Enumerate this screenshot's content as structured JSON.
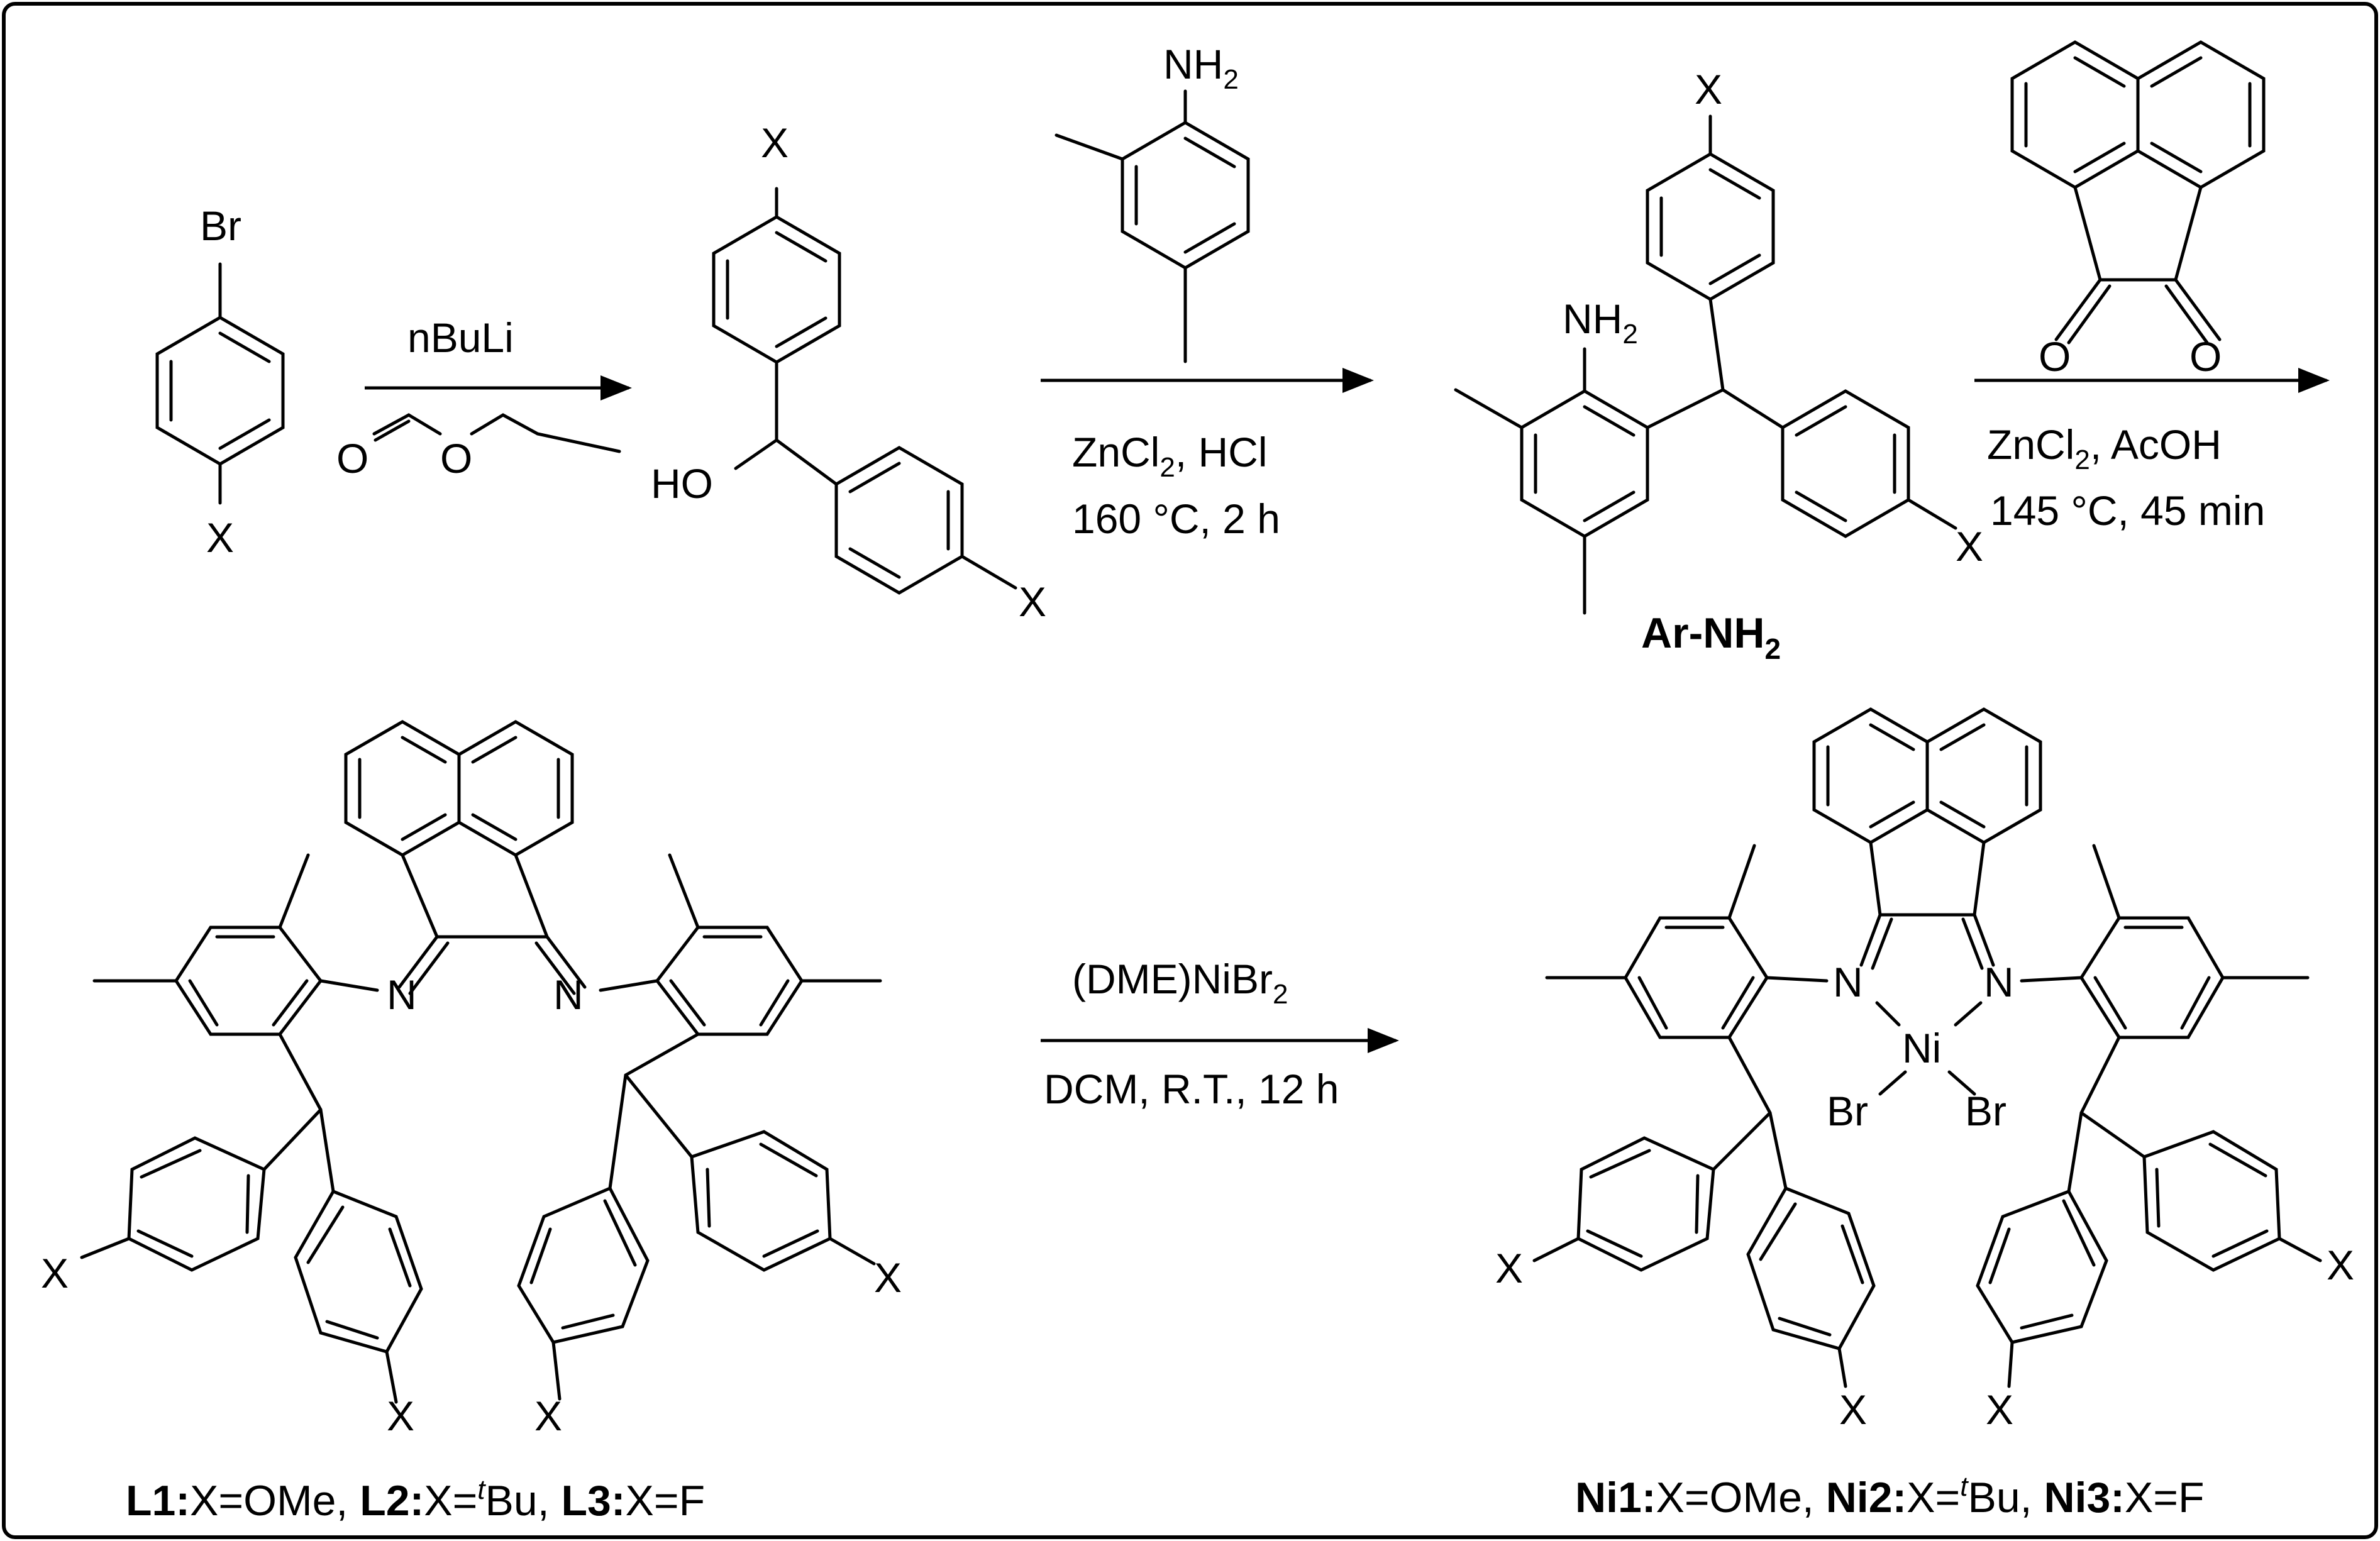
{
  "step1": {
    "start_atoms": {
      "top": "Br",
      "bottom": "X"
    },
    "reagent_top": "nBuLi",
    "formate": {
      "o_carbonyl": "O",
      "o_ester": "O"
    }
  },
  "carbinol": {
    "x_top": "X",
    "x_right": "X",
    "hydroxyl": "HO"
  },
  "step2": {
    "amine": {
      "nh2": "NH",
      "nh2_sub": "2"
    },
    "cond_line1": {
      "a": "ZnCl",
      "b": "2",
      "c": ", HCl"
    },
    "cond_line2": "160 °C, 2 h"
  },
  "ar_nh2": {
    "x_top": "X",
    "x_right": "X",
    "nh2": "NH",
    "nh2_sub": "2",
    "label": "Ar-NH",
    "label_sub": "2"
  },
  "step3": {
    "dione": {
      "o1": "O",
      "o2": "O"
    },
    "cond_line1": {
      "a": "ZnCl",
      "b": "2",
      "c": ", AcOH"
    },
    "cond_line2": "145 °C, 45 min"
  },
  "ligand": {
    "n_left": "N",
    "n_right": "N",
    "x1": "X",
    "x2": "X",
    "x3": "X",
    "x4": "X",
    "caption": {
      "l1_b": "L1:",
      "l1_t": "X=OMe, ",
      "l2_b": "L2:",
      "l2_t": "X=",
      "l2_sup": "t",
      "l2_t2": "Bu, ",
      "l3_b": "L3:",
      "l3_t": "X=F"
    }
  },
  "step4": {
    "reagent": {
      "a": "(DME)NiBr",
      "b": "2"
    },
    "cond": "DCM, R.T., 12 h"
  },
  "complex": {
    "n_left": "N",
    "n_right": "N",
    "ni": "Ni",
    "br_left": "Br",
    "br_right": "Br",
    "x1": "X",
    "x2": "X",
    "x3": "X",
    "x4": "X",
    "caption": {
      "n1_b": "Ni1:",
      "n1_t": "X=OMe, ",
      "n2_b": "Ni2:",
      "n2_t": "X=",
      "n2_sup": "t",
      "n2_t2": "Bu, ",
      "n3_b": "Ni3:",
      "n3_t": "X=F"
    }
  }
}
